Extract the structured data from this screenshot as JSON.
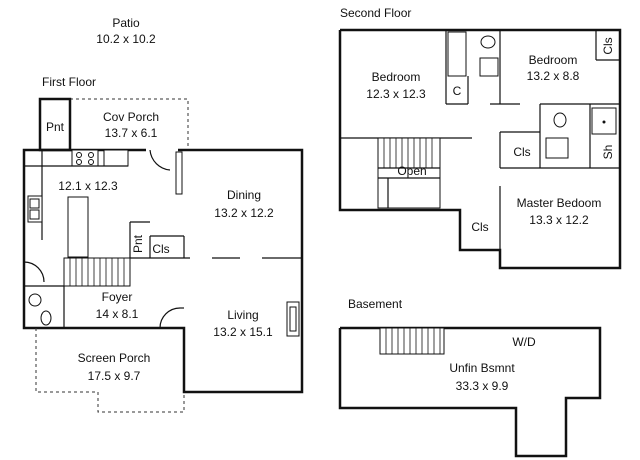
{
  "floors": {
    "first": "First Floor",
    "second": "Second Floor",
    "basement": "Basement"
  },
  "rooms": {
    "patio": {
      "name": "Patio",
      "size": "10.2 x 10.2"
    },
    "pantry": {
      "name": "Pnt"
    },
    "cov_porch": {
      "name": "Cov Porch",
      "size": "13.7 x 6.1"
    },
    "kitchen": {
      "size": "12.1 x 12.3"
    },
    "dining": {
      "name": "Dining",
      "size": "13.2 x 12.2"
    },
    "pantry2": {
      "name": "Pnt"
    },
    "closet1": {
      "name": "Cls"
    },
    "foyer": {
      "name": "Foyer",
      "size": "14 x 8.1"
    },
    "living": {
      "name": "Living",
      "size": "13.2 x 15.1"
    },
    "screen_porch": {
      "name": "Screen Porch",
      "size": "17.5 x 9.7"
    },
    "bedroom1": {
      "name": "Bedroom",
      "size": "12.3 x 12.3"
    },
    "c": {
      "name": "C"
    },
    "bedroom2": {
      "name": "Bedroom",
      "size": "13.2 x 8.8"
    },
    "cls_top": {
      "name": "Cls"
    },
    "cls_mid": {
      "name": "Cls"
    },
    "sh": {
      "name": "Sh"
    },
    "open": {
      "name": "Open"
    },
    "master": {
      "name": "Master Bedoom",
      "size": "13.3 x 12.2"
    },
    "cls_bottom": {
      "name": "Cls"
    },
    "wd": {
      "name": "W/D"
    },
    "basement": {
      "name": "Unfin Bsmnt",
      "size": "33.3 x 9.9"
    }
  }
}
